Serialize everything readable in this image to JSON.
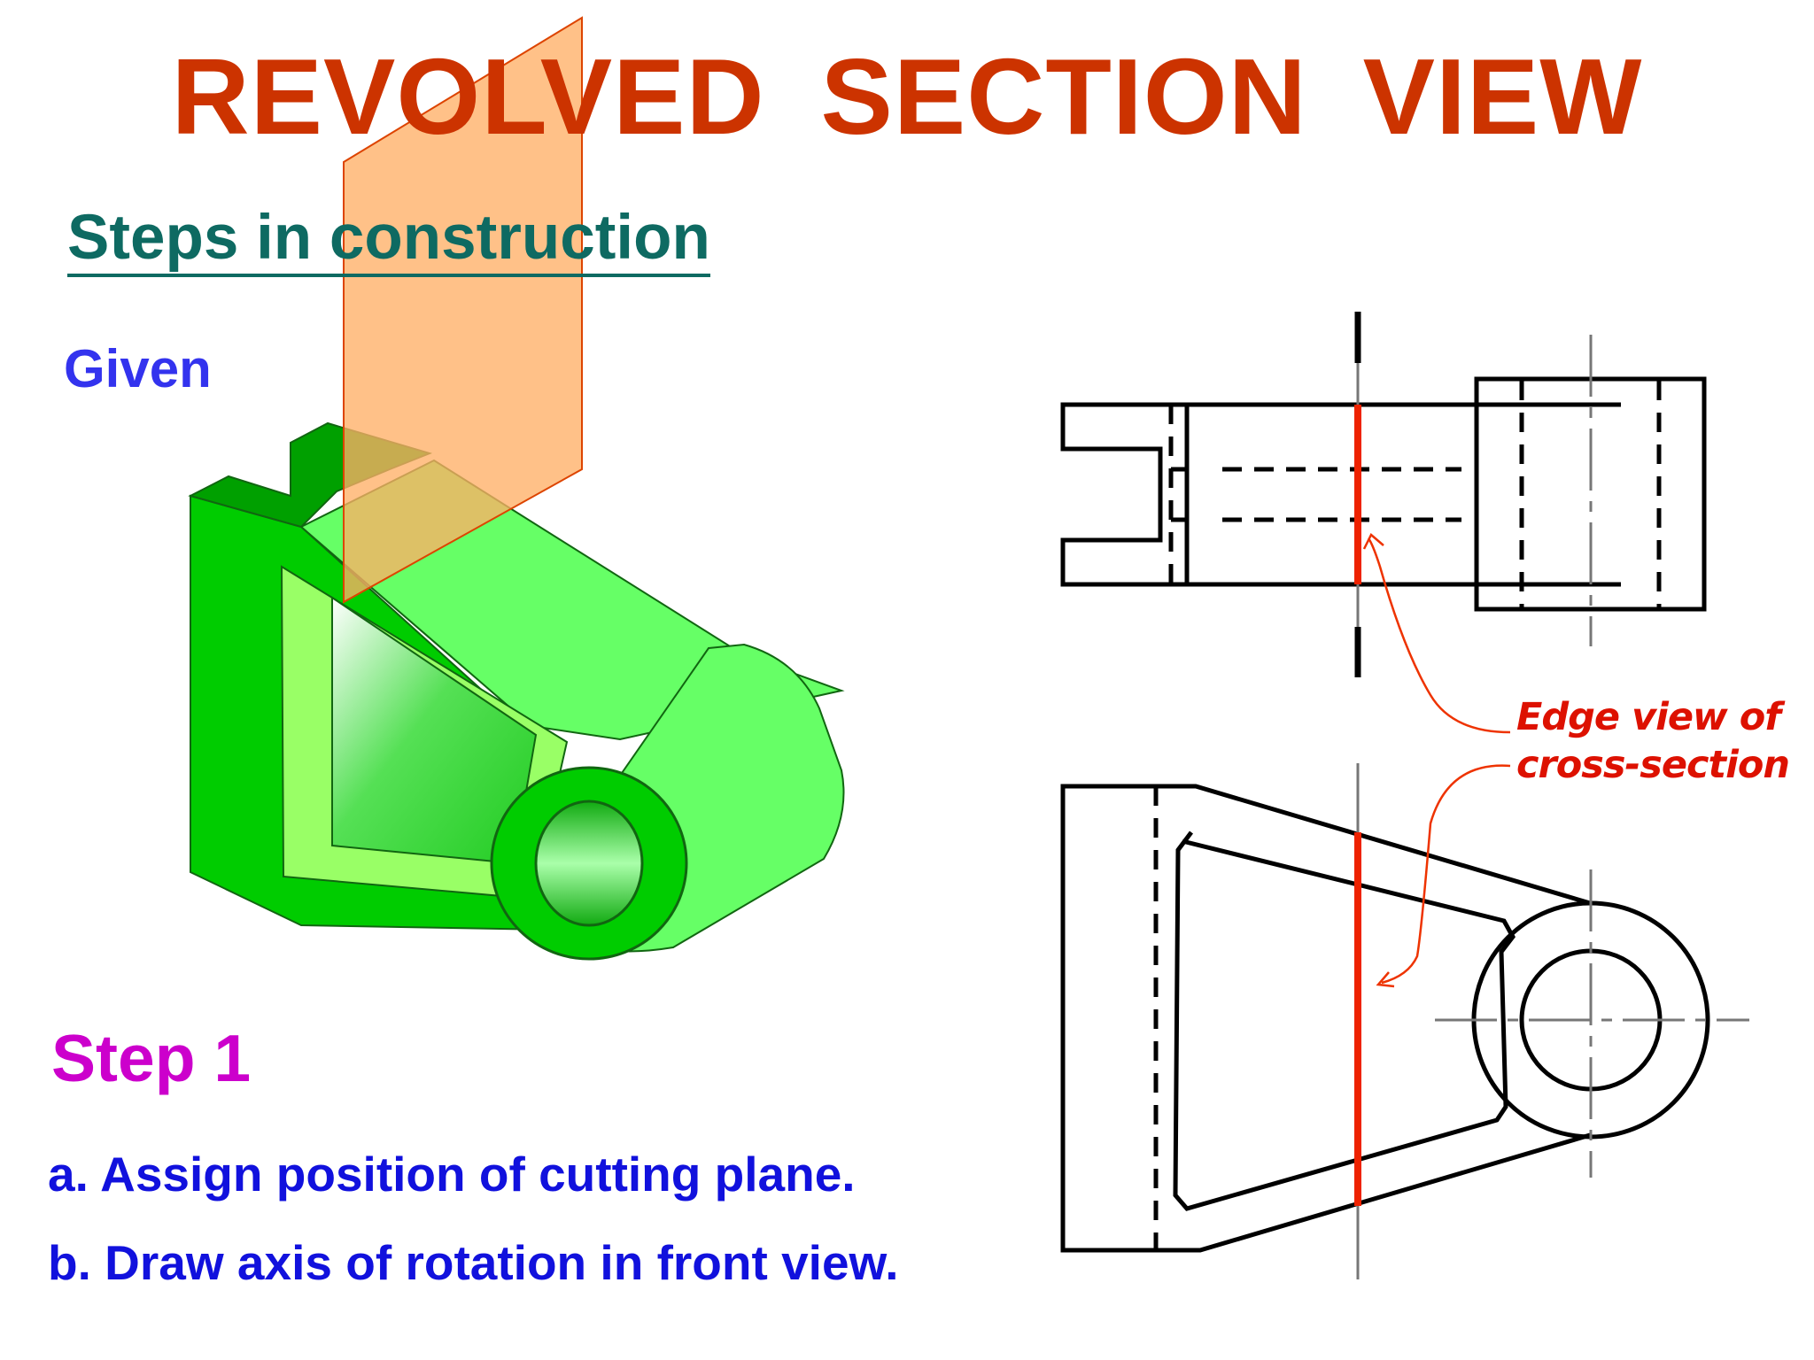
{
  "title": "REVOLVED  SECTION  VIEW",
  "subtitle": "Steps in construction",
  "given_label": "Given",
  "step": {
    "heading": "Step 1",
    "items": [
      "a. Assign position of cutting plane.",
      "b. Draw axis of rotation in front view."
    ]
  },
  "callout": {
    "line1": "Edge view of",
    "line2": "cross-section"
  },
  "colors": {
    "title": "#cc3300",
    "subtitle": "#0e6a62",
    "given": "#3333ee",
    "step_heading": "#cc00cc",
    "step_text": "#1111dd",
    "cutting_plane": "#ffb066",
    "section_edge": "#ff2200",
    "part_green": "#33dd33"
  }
}
